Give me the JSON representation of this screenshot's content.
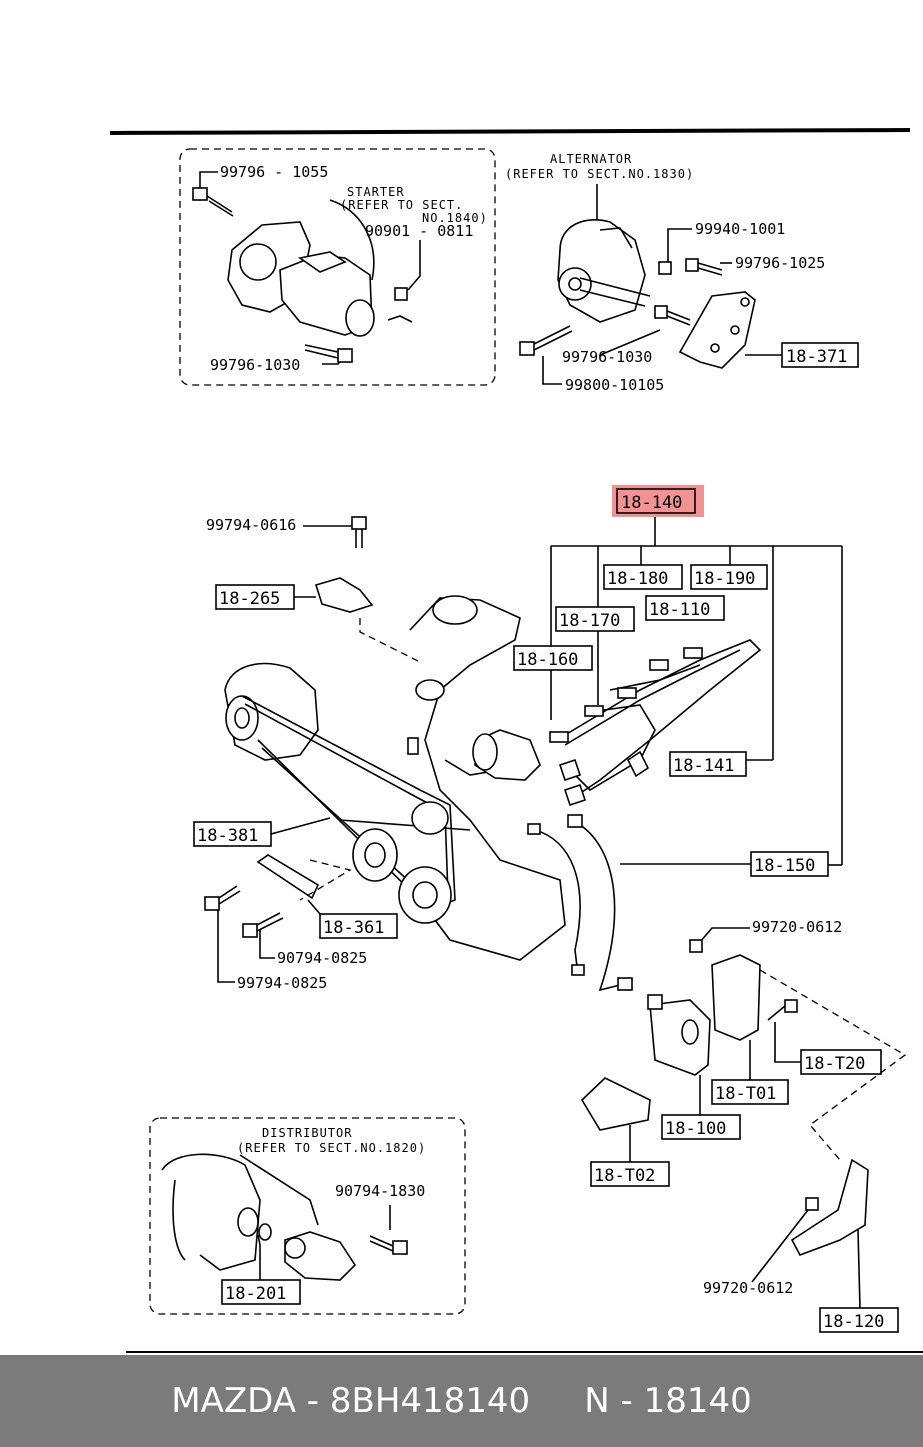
{
  "starter_inset": {
    "title": "STARTER",
    "ref": "(REFER TO SECT.",
    "ref2": "NO.1840)",
    "part_a": "99796 - 1055",
    "part_b": "90901 - 0811",
    "part_c": "99796-1030"
  },
  "alternator_inset": {
    "title": "ALTERNATOR",
    "ref": "(REFER TO SECT.NO.1830)",
    "part_a": "99940-1001",
    "part_b": "99796-1025",
    "part_c": "99796-1030",
    "part_d": "99800-10105",
    "box": "18-371"
  },
  "main": {
    "highlight": "18-140",
    "b180": "18-180",
    "b190": "18-190",
    "b170": "18-170",
    "b110": "18-110",
    "b160": "18-160",
    "b141": "18-141",
    "b150": "18-150",
    "b265": "18-265",
    "b381": "18-381",
    "b361": "18-361",
    "b101": "18-T01",
    "b100": "18-100",
    "b102": "18-T02",
    "b120": "18-T20",
    "b120b": "18-120",
    "p0616": "99794-0616",
    "p0825a": "90794-0825",
    "p0825b": "99794-0825",
    "p0612a": "99720-0612",
    "p0612b": "99720-0612"
  },
  "distributor_inset": {
    "title": "DISTRIBUTOR",
    "ref": "(REFER TO SECT.NO.1820)",
    "part_a": "90794-1830",
    "box": "18-201"
  },
  "footer": {
    "brand": "MAZDA - 8BH418140",
    "code": "N - 18140"
  },
  "colors": {
    "highlight": "#f08080",
    "footer_bg": "#7b7b7b"
  }
}
